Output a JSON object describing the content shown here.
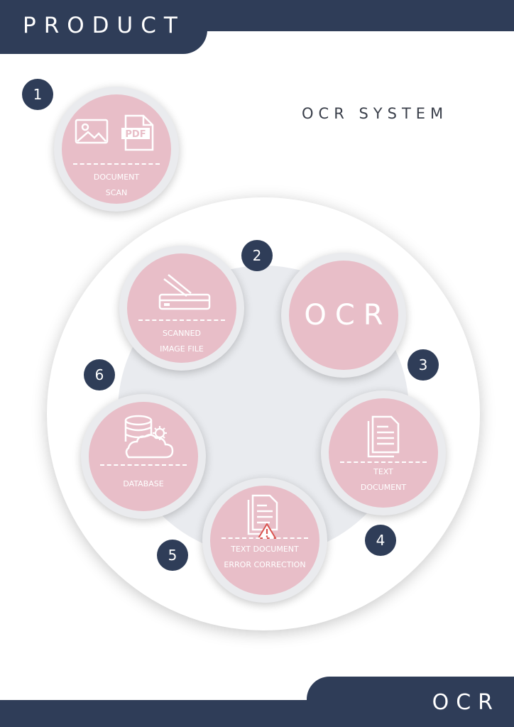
{
  "header": {
    "title": "PRODUCT"
  },
  "footer": {
    "title": "OCR"
  },
  "system_title": "OCR SYSTEM",
  "colors": {
    "navy": "#2f3d58",
    "pink": "#e8bec8",
    "ring": "#eaebee",
    "inner": "#e9ebef",
    "warning": "#d9534f"
  },
  "steps": [
    {
      "number": "1",
      "line1": "DOCUMENT",
      "line2": "SCAN",
      "icons": [
        "image-icon",
        "pdf-icon"
      ]
    },
    {
      "number": "2",
      "line1": "SCANNED",
      "line2": "IMAGE FILE",
      "icons": [
        "scanner-icon"
      ]
    },
    {
      "number": "3",
      "text": "OCR"
    },
    {
      "number": "4",
      "line1": "TEXT",
      "line2": "DOCUMENT",
      "icons": [
        "document-icon"
      ]
    },
    {
      "number": "5",
      "line1": "TEXT DOCUMENT",
      "line2": "ERROR CORRECTION",
      "icons": [
        "document-icon",
        "warning-icon"
      ]
    },
    {
      "number": "6",
      "line1": "DATABASE",
      "icons": [
        "database-icon",
        "cloud-icon",
        "gear-icon"
      ]
    }
  ]
}
